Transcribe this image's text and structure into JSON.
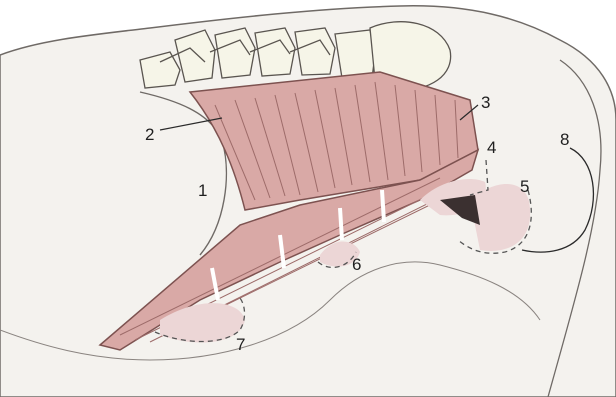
{
  "labels": {
    "l1": "1",
    "l2": "2",
    "l3": "3",
    "l4": "4",
    "l5": "5",
    "l6": "6",
    "l7": "7",
    "l8": "8"
  },
  "colors": {
    "body_fill": "#f4f2ee",
    "outline": "#6f6a66",
    "vertebra_fill": "#f6f5e8",
    "muscle_fill": "#d9a9a6",
    "muscle_line": "#9d6b69",
    "pink_region": "#ecd6d6",
    "dark_gap": "#3b3030"
  }
}
